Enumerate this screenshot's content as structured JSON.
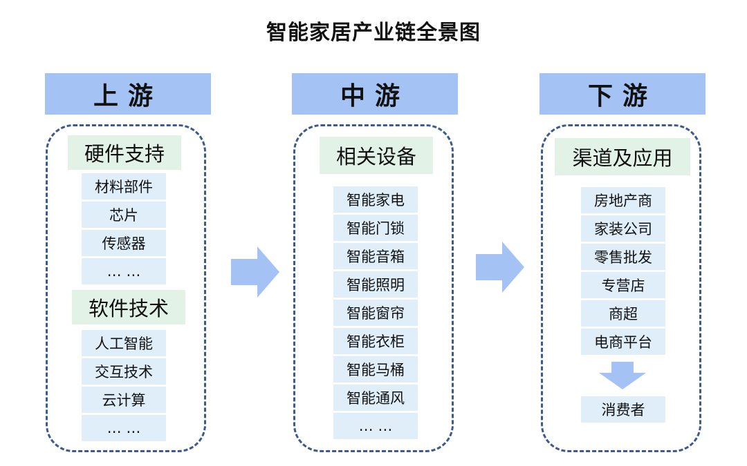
{
  "title": "智能家居产业链全景图",
  "colors": {
    "header_bg": "#a4c2f4",
    "arrow": "#a4c2f4",
    "dash_border": "#3b5a8f",
    "category_bg": "#e2f2e6",
    "item_bg": "#dfeef9"
  },
  "columns": [
    {
      "header": "上游",
      "groups": [
        {
          "label": "硬件支持",
          "items": [
            "材料部件",
            "芯片",
            "传感器",
            "… …"
          ]
        },
        {
          "label": "软件技术",
          "items": [
            "人工智能",
            "交互技术",
            "云计算",
            "… …"
          ]
        }
      ]
    },
    {
      "header": "中游",
      "groups": [
        {
          "label": "相关设备",
          "items": [
            "智能家电",
            "智能门锁",
            "智能音箱",
            "智能照明",
            "智能窗帘",
            "智能衣柜",
            "智能马桶",
            "智能通风",
            "… …"
          ]
        }
      ]
    },
    {
      "header": "下游",
      "groups": [
        {
          "label": "渠道及应用",
          "items": [
            "房地产商",
            "家装公司",
            "零售批发",
            "专营店",
            "商超",
            "电商平台"
          ]
        }
      ],
      "final": "消费者"
    }
  ]
}
